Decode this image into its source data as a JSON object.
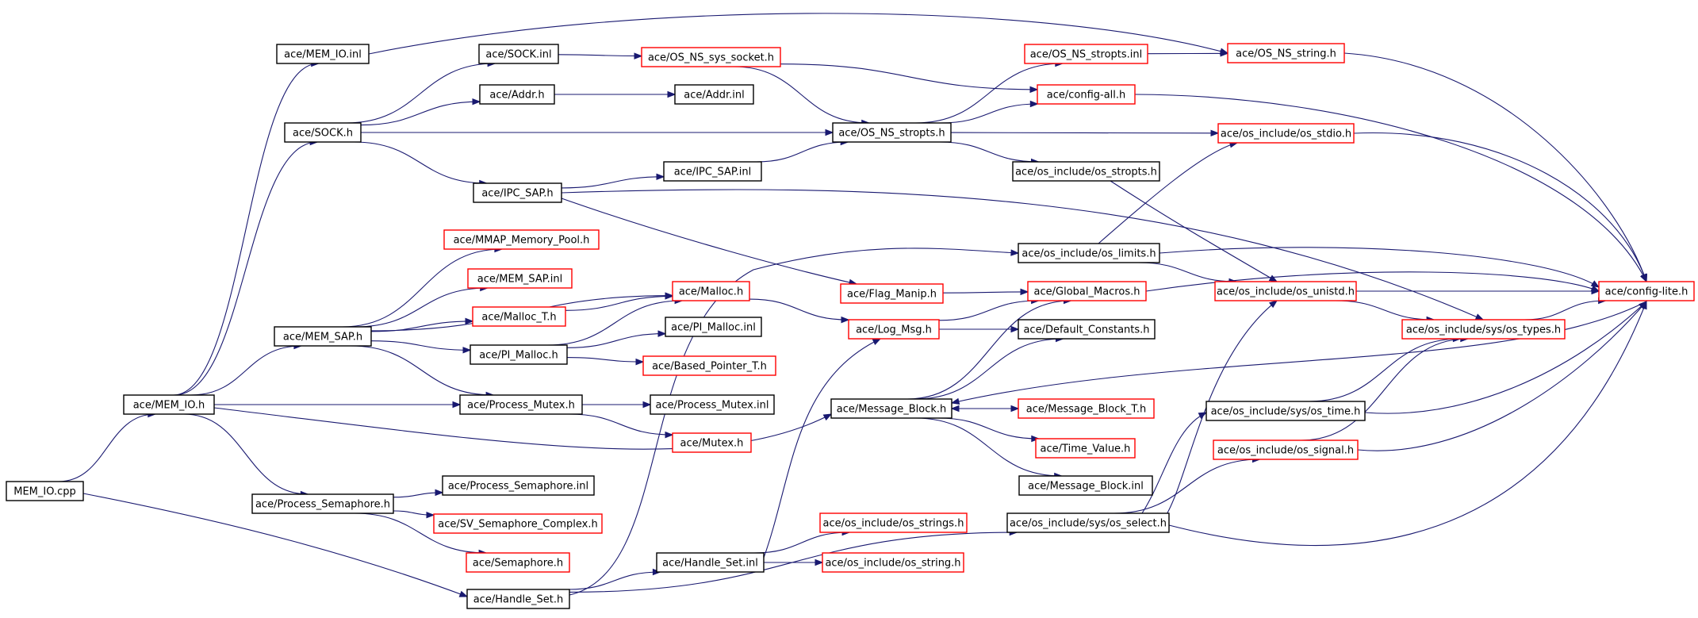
{
  "colors": {
    "edge": "#191970",
    "border_documented": "#000000",
    "border_undocumented": "#ff0000",
    "root_fill": "#bfbfbf"
  },
  "nodes": [
    {
      "id": "mem_io_cpp",
      "label": "MEM_IO.cpp",
      "style": "root"
    },
    {
      "id": "mem_io_h",
      "label": "ace/MEM_IO.h",
      "style": "black"
    },
    {
      "id": "mem_io_inl",
      "label": "ace/MEM_IO.inl",
      "style": "black"
    },
    {
      "id": "sock_h",
      "label": "ace/SOCK.h",
      "style": "black"
    },
    {
      "id": "mem_sap_h",
      "label": "ace/MEM_SAP.h",
      "style": "black"
    },
    {
      "id": "proc_sem_h",
      "label": "ace/Process_Semaphore.h",
      "style": "black"
    },
    {
      "id": "handle_set_h",
      "label": "ace/Handle_Set.h",
      "style": "black"
    },
    {
      "id": "sock_inl",
      "label": "ace/SOCK.inl",
      "style": "black"
    },
    {
      "id": "addr_h",
      "label": "ace/Addr.h",
      "style": "black"
    },
    {
      "id": "ipc_sap_h",
      "label": "ace/IPC_SAP.h",
      "style": "black"
    },
    {
      "id": "mmap_pool_h",
      "label": "ace/MMAP_Memory_Pool.h",
      "style": "red"
    },
    {
      "id": "mem_sap_inl",
      "label": "ace/MEM_SAP.inl",
      "style": "red"
    },
    {
      "id": "malloc_t_h",
      "label": "ace/Malloc_T.h",
      "style": "red"
    },
    {
      "id": "pi_malloc_h",
      "label": "ace/PI_Malloc.h",
      "style": "black"
    },
    {
      "id": "proc_mutex_h",
      "label": "ace/Process_Mutex.h",
      "style": "black"
    },
    {
      "id": "proc_sem_inl",
      "label": "ace/Process_Semaphore.inl",
      "style": "black"
    },
    {
      "id": "sv_sem_complex_h",
      "label": "ace/SV_Semaphore_Complex.h",
      "style": "red"
    },
    {
      "id": "semaphore_h",
      "label": "ace/Semaphore.h",
      "style": "red"
    },
    {
      "id": "os_ns_sys_socket_h",
      "label": "ace/OS_NS_sys_socket.h",
      "style": "red"
    },
    {
      "id": "addr_inl",
      "label": "ace/Addr.inl",
      "style": "black"
    },
    {
      "id": "ipc_sap_inl",
      "label": "ace/IPC_SAP.inl",
      "style": "black"
    },
    {
      "id": "malloc_h",
      "label": "ace/Malloc.h",
      "style": "red"
    },
    {
      "id": "pi_malloc_inl",
      "label": "ace/PI_Malloc.inl",
      "style": "black"
    },
    {
      "id": "based_pointer_t_h",
      "label": "ace/Based_Pointer_T.h",
      "style": "red"
    },
    {
      "id": "proc_mutex_inl",
      "label": "ace/Process_Mutex.inl",
      "style": "black"
    },
    {
      "id": "mutex_h",
      "label": "ace/Mutex.h",
      "style": "red"
    },
    {
      "id": "handle_set_inl",
      "label": "ace/Handle_Set.inl",
      "style": "black"
    },
    {
      "id": "flag_manip_h",
      "label": "ace/Flag_Manip.h",
      "style": "red"
    },
    {
      "id": "log_msg_h",
      "label": "ace/Log_Msg.h",
      "style": "red"
    },
    {
      "id": "os_ns_stropts_h",
      "label": "ace/OS_NS_stropts.h",
      "style": "black"
    },
    {
      "id": "message_block_h",
      "label": "ace/Message_Block.h",
      "style": "black"
    },
    {
      "id": "os_strings_h",
      "label": "ace/os_include/os_strings.h",
      "style": "red"
    },
    {
      "id": "os_string_h",
      "label": "ace/os_include/os_string.h",
      "style": "red"
    },
    {
      "id": "os_ns_stropts_inl",
      "label": "ace/OS_NS_stropts.inl",
      "style": "red"
    },
    {
      "id": "config_all_h",
      "label": "ace/config-all.h",
      "style": "red"
    },
    {
      "id": "os_stropts_h",
      "label": "ace/os_include/os_stropts.h",
      "style": "black"
    },
    {
      "id": "os_limits_h",
      "label": "ace/os_include/os_limits.h",
      "style": "black"
    },
    {
      "id": "global_macros_h",
      "label": "ace/Global_Macros.h",
      "style": "red"
    },
    {
      "id": "default_constants_h",
      "label": "ace/Default_Constants.h",
      "style": "black"
    },
    {
      "id": "message_block_t_h",
      "label": "ace/Message_Block_T.h",
      "style": "red"
    },
    {
      "id": "time_value_h",
      "label": "ace/Time_Value.h",
      "style": "red"
    },
    {
      "id": "message_block_inl",
      "label": "ace/Message_Block.inl",
      "style": "black"
    },
    {
      "id": "os_select_h",
      "label": "ace/os_include/sys/os_select.h",
      "style": "black"
    },
    {
      "id": "os_ns_string_h",
      "label": "ace/OS_NS_string.h",
      "style": "red"
    },
    {
      "id": "os_stdio_h",
      "label": "ace/os_include/os_stdio.h",
      "style": "red"
    },
    {
      "id": "os_unistd_h",
      "label": "ace/os_include/os_unistd.h",
      "style": "red"
    },
    {
      "id": "os_time_h",
      "label": "ace/os_include/sys/os_time.h",
      "style": "black"
    },
    {
      "id": "os_signal_h",
      "label": "ace/os_include/os_signal.h",
      "style": "red"
    },
    {
      "id": "os_types_h",
      "label": "ace/os_include/sys/os_types.h",
      "style": "red"
    },
    {
      "id": "config_lite_h",
      "label": "ace/config-lite.h",
      "style": "red"
    }
  ],
  "edges": [
    {
      "from": "mem_io_cpp",
      "to": "mem_io_h"
    },
    {
      "from": "mem_io_cpp",
      "to": "handle_set_h"
    },
    {
      "from": "mem_io_h",
      "to": "mem_io_inl"
    },
    {
      "from": "mem_io_h",
      "to": "sock_h"
    },
    {
      "from": "mem_io_h",
      "to": "mem_sap_h"
    },
    {
      "from": "mem_io_h",
      "to": "proc_mutex_h"
    },
    {
      "from": "mem_io_h",
      "to": "message_block_h"
    },
    {
      "from": "mem_io_h",
      "to": "proc_sem_h"
    },
    {
      "from": "mem_io_inl",
      "to": "os_ns_string_h"
    },
    {
      "from": "sock_h",
      "to": "sock_inl"
    },
    {
      "from": "sock_h",
      "to": "addr_h"
    },
    {
      "from": "sock_h",
      "to": "os_ns_stropts_h"
    },
    {
      "from": "sock_h",
      "to": "ipc_sap_h"
    },
    {
      "from": "sock_inl",
      "to": "os_ns_sys_socket_h"
    },
    {
      "from": "addr_h",
      "to": "addr_inl"
    },
    {
      "from": "os_ns_sys_socket_h",
      "to": "os_ns_stropts_h"
    },
    {
      "from": "os_ns_sys_socket_h",
      "to": "config_all_h"
    },
    {
      "from": "ipc_sap_h",
      "to": "ipc_sap_inl"
    },
    {
      "from": "ipc_sap_h",
      "to": "flag_manip_h"
    },
    {
      "from": "ipc_sap_h",
      "to": "os_types_h"
    },
    {
      "from": "ipc_sap_inl",
      "to": "os_ns_stropts_h"
    },
    {
      "from": "os_ns_stropts_h",
      "to": "os_ns_stropts_inl"
    },
    {
      "from": "os_ns_stropts_h",
      "to": "config_all_h"
    },
    {
      "from": "os_ns_stropts_h",
      "to": "os_stdio_h"
    },
    {
      "from": "os_ns_stropts_h",
      "to": "os_stropts_h"
    },
    {
      "from": "os_ns_stropts_inl",
      "to": "os_ns_string_h"
    },
    {
      "from": "os_ns_string_h",
      "to": "config_lite_h"
    },
    {
      "from": "config_all_h",
      "to": "config_lite_h"
    },
    {
      "from": "os_stdio_h",
      "to": "config_lite_h"
    },
    {
      "from": "os_stropts_h",
      "to": "os_unistd_h"
    },
    {
      "from": "mem_sap_h",
      "to": "mmap_pool_h"
    },
    {
      "from": "mem_sap_h",
      "to": "mem_sap_inl"
    },
    {
      "from": "mem_sap_h",
      "to": "malloc_t_h"
    },
    {
      "from": "mem_sap_h",
      "to": "malloc_h"
    },
    {
      "from": "mem_sap_h",
      "to": "pi_malloc_h"
    },
    {
      "from": "mem_sap_h",
      "to": "proc_mutex_h"
    },
    {
      "from": "malloc_t_h",
      "to": "malloc_h"
    },
    {
      "from": "pi_malloc_h",
      "to": "malloc_h"
    },
    {
      "from": "pi_malloc_h",
      "to": "pi_malloc_inl"
    },
    {
      "from": "pi_malloc_h",
      "to": "based_pointer_t_h"
    },
    {
      "from": "malloc_h",
      "to": "log_msg_h"
    },
    {
      "from": "flag_manip_h",
      "to": "global_macros_h"
    },
    {
      "from": "log_msg_h",
      "to": "global_macros_h"
    },
    {
      "from": "log_msg_h",
      "to": "default_constants_h"
    },
    {
      "from": "os_limits_h",
      "to": "os_stdio_h"
    },
    {
      "from": "os_limits_h",
      "to": "os_unistd_h"
    },
    {
      "from": "os_limits_h",
      "to": "config_lite_h"
    },
    {
      "from": "global_macros_h",
      "to": "config_lite_h"
    },
    {
      "from": "os_unistd_h",
      "to": "config_lite_h"
    },
    {
      "from": "os_unistd_h",
      "to": "os_types_h"
    },
    {
      "from": "os_types_h",
      "to": "config_lite_h"
    },
    {
      "from": "proc_mutex_h",
      "to": "proc_mutex_inl"
    },
    {
      "from": "proc_mutex_h",
      "to": "mutex_h"
    },
    {
      "from": "message_block_h",
      "to": "global_macros_h"
    },
    {
      "from": "message_block_h",
      "to": "default_constants_h"
    },
    {
      "from": "message_block_h",
      "to": "message_block_t_h"
    },
    {
      "from": "message_block_h",
      "to": "time_value_h"
    },
    {
      "from": "message_block_h",
      "to": "message_block_inl"
    },
    {
      "from": "message_block_t_h",
      "to": "message_block_h"
    },
    {
      "from": "config_lite_h",
      "to": "message_block_h"
    },
    {
      "from": "proc_sem_h",
      "to": "proc_sem_inl"
    },
    {
      "from": "proc_sem_h",
      "to": "sv_sem_complex_h"
    },
    {
      "from": "proc_sem_h",
      "to": "semaphore_h"
    },
    {
      "from": "handle_set_h",
      "to": "os_limits_h"
    },
    {
      "from": "handle_set_h",
      "to": "handle_set_inl"
    },
    {
      "from": "handle_set_h",
      "to": "os_select_h"
    },
    {
      "from": "handle_set_inl",
      "to": "log_msg_h"
    },
    {
      "from": "handle_set_inl",
      "to": "os_strings_h"
    },
    {
      "from": "handle_set_inl",
      "to": "os_string_h"
    },
    {
      "from": "os_select_h",
      "to": "os_unistd_h"
    },
    {
      "from": "os_select_h",
      "to": "os_time_h"
    },
    {
      "from": "os_select_h",
      "to": "os_signal_h"
    },
    {
      "from": "os_select_h",
      "to": "config_lite_h"
    },
    {
      "from": "os_time_h",
      "to": "os_types_h"
    },
    {
      "from": "os_time_h",
      "to": "config_lite_h"
    },
    {
      "from": "os_signal_h",
      "to": "os_types_h"
    },
    {
      "from": "os_signal_h",
      "to": "config_lite_h"
    }
  ]
}
